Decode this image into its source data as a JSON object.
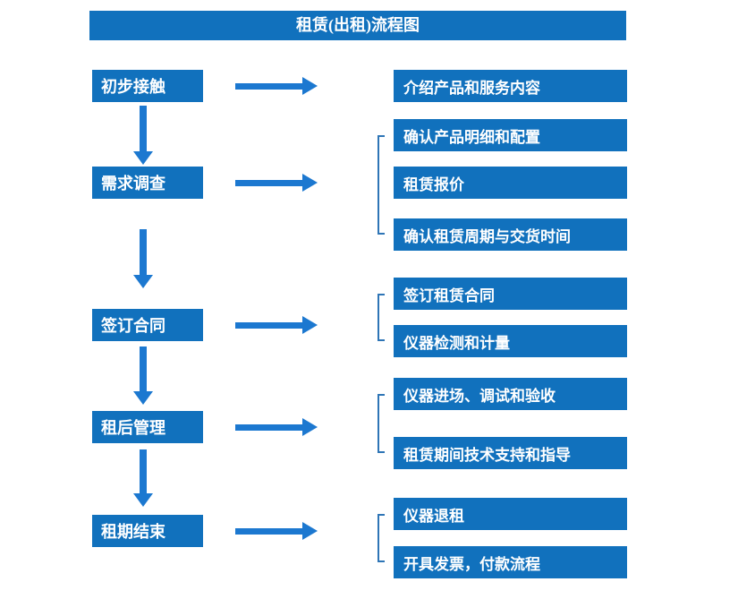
{
  "title": "租赁(出租)流程图",
  "colors": {
    "box_blue": "#1171BD",
    "arrow_blue": "#1C78D0",
    "bracket_blue": "#2E75B6",
    "text_white": "#FFFFFF"
  },
  "steps": [
    {
      "label": "初步接触",
      "outputs": [
        "介绍产品和服务内容"
      ]
    },
    {
      "label": "需求调查",
      "outputs": [
        "确认产品明细和配置",
        "租赁报价",
        "确认租赁周期与交货时间"
      ]
    },
    {
      "label": "签订合同",
      "outputs": [
        "签订租赁合同",
        "仪器检测和计量"
      ]
    },
    {
      "label": "租后管理",
      "outputs": [
        "仪器进场、调试和验收",
        "租赁期间技术支持和指导"
      ]
    },
    {
      "label": "租期结束",
      "outputs": [
        "仪器退租",
        "开具发票，付款流程"
      ]
    }
  ]
}
